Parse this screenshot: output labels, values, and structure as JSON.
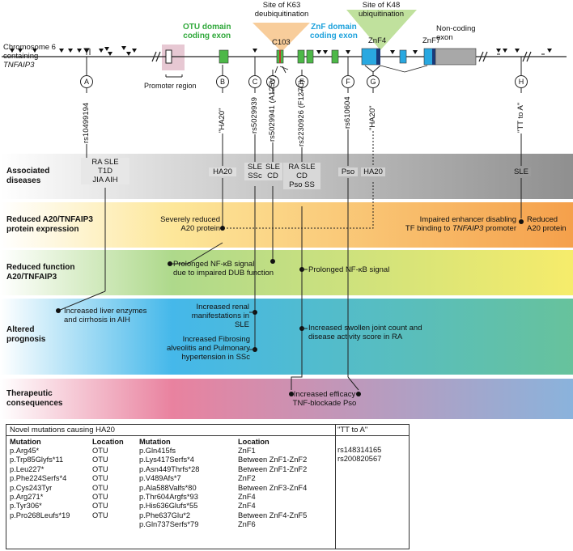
{
  "gene": {
    "chromosome_label": [
      "Chromosome 6",
      "containing",
      "TNFAIP3"
    ],
    "promoter_label": "Promoter region",
    "otu_label": [
      "OTU domain",
      "coding exon"
    ],
    "znf_label": [
      "ZnF domain",
      "coding exon"
    ],
    "noncoding_label": [
      "Non-coding",
      "exon"
    ],
    "k63_label": [
      "Site of K63",
      "deubiquitination"
    ],
    "k48_label": [
      "Site of K48",
      "ubiquitination"
    ],
    "c103": "C103",
    "znf4": "ZnF4",
    "znf7": "ZnF7",
    "markers": [
      "A",
      "B",
      "C",
      "D",
      "E",
      "F",
      "G",
      "H"
    ],
    "variants": {
      "A": "rs10499194",
      "B": "\"HA20\"",
      "C": "rs5029939",
      "D": "rs5029941 (A125V)",
      "E": "rs2230926 (F127C)",
      "F": "rs610604",
      "G": "\"HA20\"",
      "H": "\"TT to A\""
    },
    "colors": {
      "otu": "#4db848",
      "znf": "#29a8e0",
      "noncoding": "#a8a8a8",
      "k63_cone": "#f7c48a",
      "k48_cone": "#b5dc8c",
      "promoter": "#c9869e"
    }
  },
  "bands": [
    {
      "id": "diseases",
      "label": [
        "Associated",
        "diseases"
      ],
      "colors": [
        "#ffffff",
        "#d9d9d9",
        "#8f8f8f"
      ]
    },
    {
      "id": "expression",
      "label": [
        "Reduced A20/TNFAIP3",
        "protein expression"
      ],
      "colors": [
        "#ffffff",
        "#fde79a",
        "#f5a04b"
      ]
    },
    {
      "id": "function",
      "label": [
        "Reduced function",
        "A20/TNFAIP3"
      ],
      "colors": [
        "#ffffff",
        "#aed98b",
        "#f6ec6b"
      ]
    },
    {
      "id": "prognosis",
      "label": [
        "Altered",
        "prognosis"
      ],
      "colors": [
        "#ffffff",
        "#45b8ea",
        "#67c29c"
      ]
    },
    {
      "id": "therapeutic",
      "label": [
        "Therapeutic",
        "consequences"
      ],
      "colors": [
        "#ffffff",
        "#e9829f",
        "#8ab3dc"
      ]
    }
  ],
  "diseases": {
    "A": [
      "RA  SLE",
      "T1D",
      "JIA  AIH"
    ],
    "B": [
      "HA20"
    ],
    "C": [
      "SLE",
      "SSc"
    ],
    "D": [
      "SLE",
      "CD"
    ],
    "E": [
      "RA  SLE",
      "CD",
      "Pso  SS"
    ],
    "F": [
      "Pso"
    ],
    "G": [
      "HA20"
    ],
    "H": [
      "SLE"
    ]
  },
  "effects": {
    "severely_reduced": [
      "Severely reduced",
      "A20 protein"
    ],
    "impaired_enhancer": [
      "Impaired enhancer disabling",
      "TF binding to TNFAIP3 promoter"
    ],
    "reduced_a20": [
      "Reduced",
      "A20 protein"
    ],
    "prolonged_dub": [
      "Prolonged NF-κB signal",
      "due to impaired DUB function"
    ],
    "prolonged": "Prolonged NF-κB signal",
    "liver": [
      "Increased liver enzymes",
      "and cirrhosis in AIH"
    ],
    "renal": [
      "Increased renal",
      "manifestations in SLE"
    ],
    "fibrosing": [
      "Increased Fibrosing",
      "alveolitis and Pulmonary",
      "hypertension in SSc"
    ],
    "joint": [
      "Increased swollen joint count and",
      "disease activity score in RA"
    ],
    "efficacy": [
      "Increased efficacy",
      "TNF-blockade Pso"
    ]
  },
  "novel": {
    "title": "Novel mutations causing HA20",
    "col_mutation": "Mutation",
    "col_location": "Location",
    "left": [
      [
        "p.Arg45*",
        "OTU"
      ],
      [
        "p.Trp85Glyfs*11",
        "OTU"
      ],
      [
        "p.Leu227*",
        "OTU"
      ],
      [
        "p.Phe224Serfs*4",
        "OTU"
      ],
      [
        "p.Cys243Tyr",
        "OTU"
      ],
      [
        "p.Arg271*",
        "OTU"
      ],
      [
        "p.Tyr306*",
        "OTU"
      ],
      [
        "p.Pro268Leufs*19",
        "OTU"
      ]
    ],
    "right": [
      [
        "p.Gln415fs",
        "ZnF1"
      ],
      [
        "p.Lys417Serfs*4",
        "Between ZnF1-ZnF2"
      ],
      [
        "p.Asn449Thrfs*28",
        "Between ZnF1-ZnF2"
      ],
      [
        "p.V489Afs*7",
        "ZnF2"
      ],
      [
        "p.Ala588Valfs*80",
        "Between ZnF3-ZnF4"
      ],
      [
        "p.Thr604Argfs*93",
        "ZnF4"
      ],
      [
        "p.His636Glufs*55",
        "ZnF4"
      ],
      [
        "p.Phe637Glu*2",
        "Between ZnF4-ZnF5"
      ],
      [
        "p.Gln737Serfs*79",
        "ZnF6"
      ]
    ]
  },
  "tt_to_a": {
    "title": "\"TT to A\"",
    "items": [
      "rs148314165",
      "rs200820567"
    ]
  }
}
